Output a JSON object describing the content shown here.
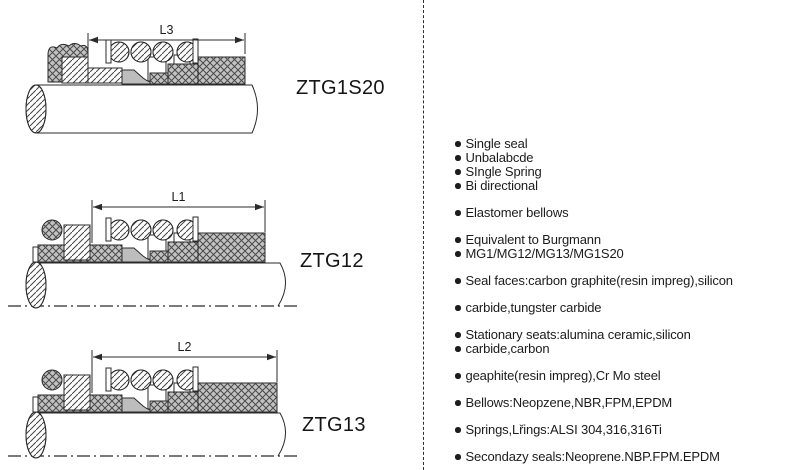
{
  "page": {
    "background": "#ffffff"
  },
  "diagrams": [
    {
      "model": "ZTG1S20",
      "dim_label": "L3"
    },
    {
      "model": "ZTG12",
      "dim_label": "L1"
    },
    {
      "model": "ZTG13",
      "dim_label": "L2"
    }
  ],
  "specs": {
    "groups": [
      {
        "lines": [
          "Single seal",
          "Unbalabcde",
          "SIngle Spring",
          "Bi directional"
        ]
      },
      {
        "lines": [
          "Elastomer bellows"
        ]
      },
      {
        "lines": [
          "Equivalent to Burgmann",
          "MG1/MG12/MG13/MG1S20"
        ]
      },
      {
        "lines": [
          "Seal faces:carbon graphite(resin impreg),silicon"
        ]
      },
      {
        "lines": [
          "carbide,tungster carbide"
        ]
      },
      {
        "lines": [
          "Stationary seats:alumina ceramic,silicon",
          "carbide,carbon"
        ]
      },
      {
        "lines": [
          "geaphite(resin impreg),Cr Mo steel"
        ]
      },
      {
        "lines": [
          "Bellows:Neopzene,NBR,FPM,EPDM"
        ]
      },
      {
        "lines": [
          "Springs,Lřings:ALSI 304,316,316Ti"
        ]
      },
      {
        "lines": [
          "Secondazy seals:Neoprene.NBP.FPM.EPDM"
        ]
      }
    ]
  },
  "colors": {
    "ink": "#1c1c1c",
    "drawing_line": "#2b2b2b",
    "hatch_fill": "#c2c2c2",
    "bellows_gray": "#bdbdbd"
  }
}
